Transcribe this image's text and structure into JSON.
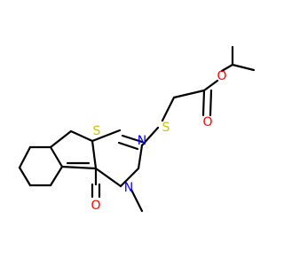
{
  "molecule": {
    "atoms": [
      {
        "id": "S1",
        "label": "S",
        "color": "#C8C800"
      },
      {
        "id": "N1",
        "label": "N",
        "color": "#0000FF"
      },
      {
        "id": "S2",
        "label": "S",
        "color": "#C8C800"
      },
      {
        "id": "O1",
        "label": "O",
        "color": "#FF0000"
      },
      {
        "id": "O2",
        "label": "O",
        "color": "#FF0000"
      },
      {
        "id": "N2",
        "label": "N",
        "color": "#0000FF"
      },
      {
        "id": "O3",
        "label": "O",
        "color": "#FF0000"
      }
    ]
  }
}
